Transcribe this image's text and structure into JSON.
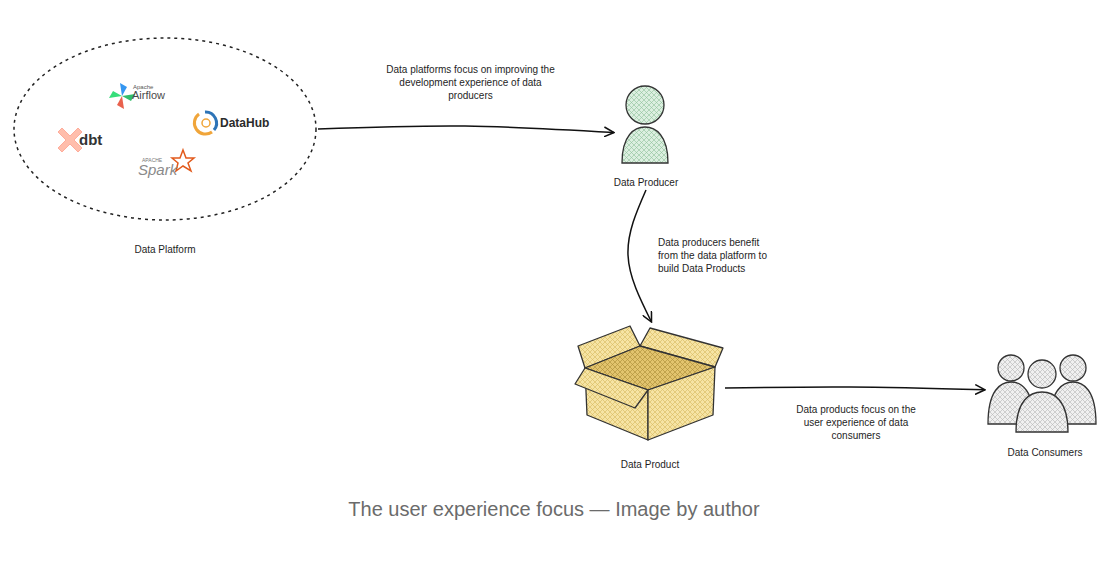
{
  "diagram": {
    "caption": "The user experience focus — Image by author",
    "nodes": [
      {
        "text": [
          "Data Platform"
        ]
      },
      {
        "text": [
          "Data Producer"
        ]
      },
      {
        "text": [
          "Data Product"
        ]
      },
      {
        "text": [
          "Data Consumers"
        ]
      }
    ],
    "edges": [
      {
        "from": 0,
        "to": 1,
        "arrow": "to",
        "label": "Data platforms focus on improving the development experience of data producers"
      },
      {
        "from": 1,
        "to": 2,
        "arrow": "to",
        "label": "Data producers benefit from the data platform to build Data Products"
      },
      {
        "from": 2,
        "to": 3,
        "arrow": "to",
        "label": "Data products focus on the user experience of data consumers"
      }
    ],
    "labels": [
      "Apache",
      "Airflow",
      "DataHub",
      "dbt",
      "APACHE",
      "Spark"
    ]
  }
}
